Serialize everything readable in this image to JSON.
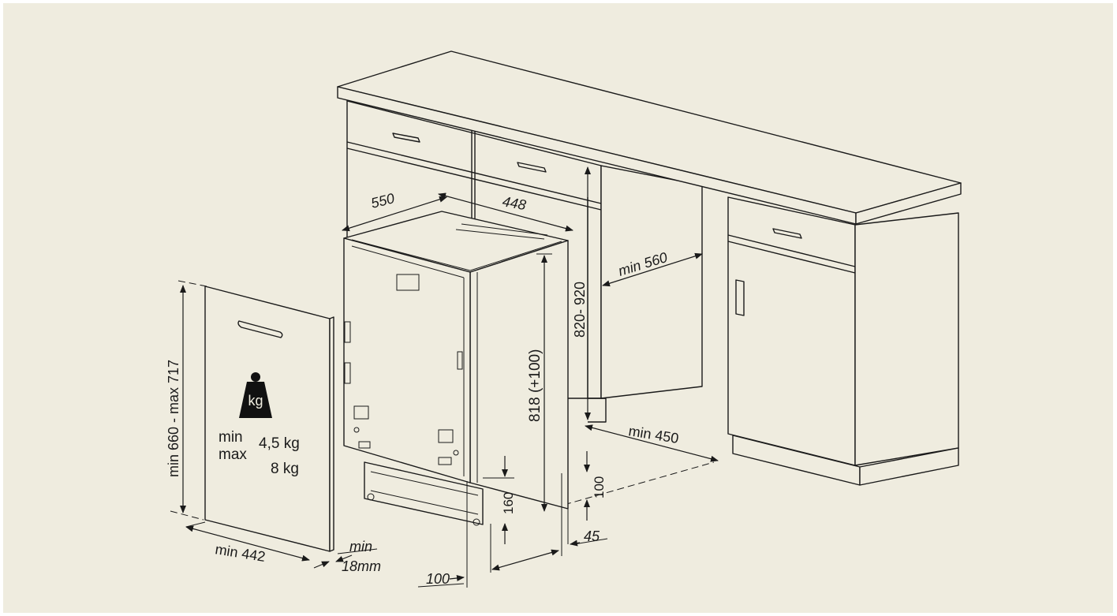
{
  "dimensions": {
    "depth": "550",
    "width": "448",
    "cabinet_height": "820- 920",
    "niche_width": "min 560",
    "appliance_height": "818 (+100)",
    "niche_depth": "min 450",
    "plinth_height": "100",
    "toe_kick": "160",
    "plinth_depth": "45",
    "front_gap": "100",
    "panel_height": "min 660 - max 717",
    "panel_width": "min 442",
    "panel_thickness_min": "min",
    "panel_thickness_value": "18mm"
  },
  "weight": {
    "icon_label": "kg",
    "min_label": "min",
    "min_value": "4,5 kg",
    "max_label": "max",
    "max_value": "8 kg"
  },
  "colors": {
    "background": "#efecdf",
    "line": "#1a1a1a",
    "weight_icon": "#111111"
  }
}
